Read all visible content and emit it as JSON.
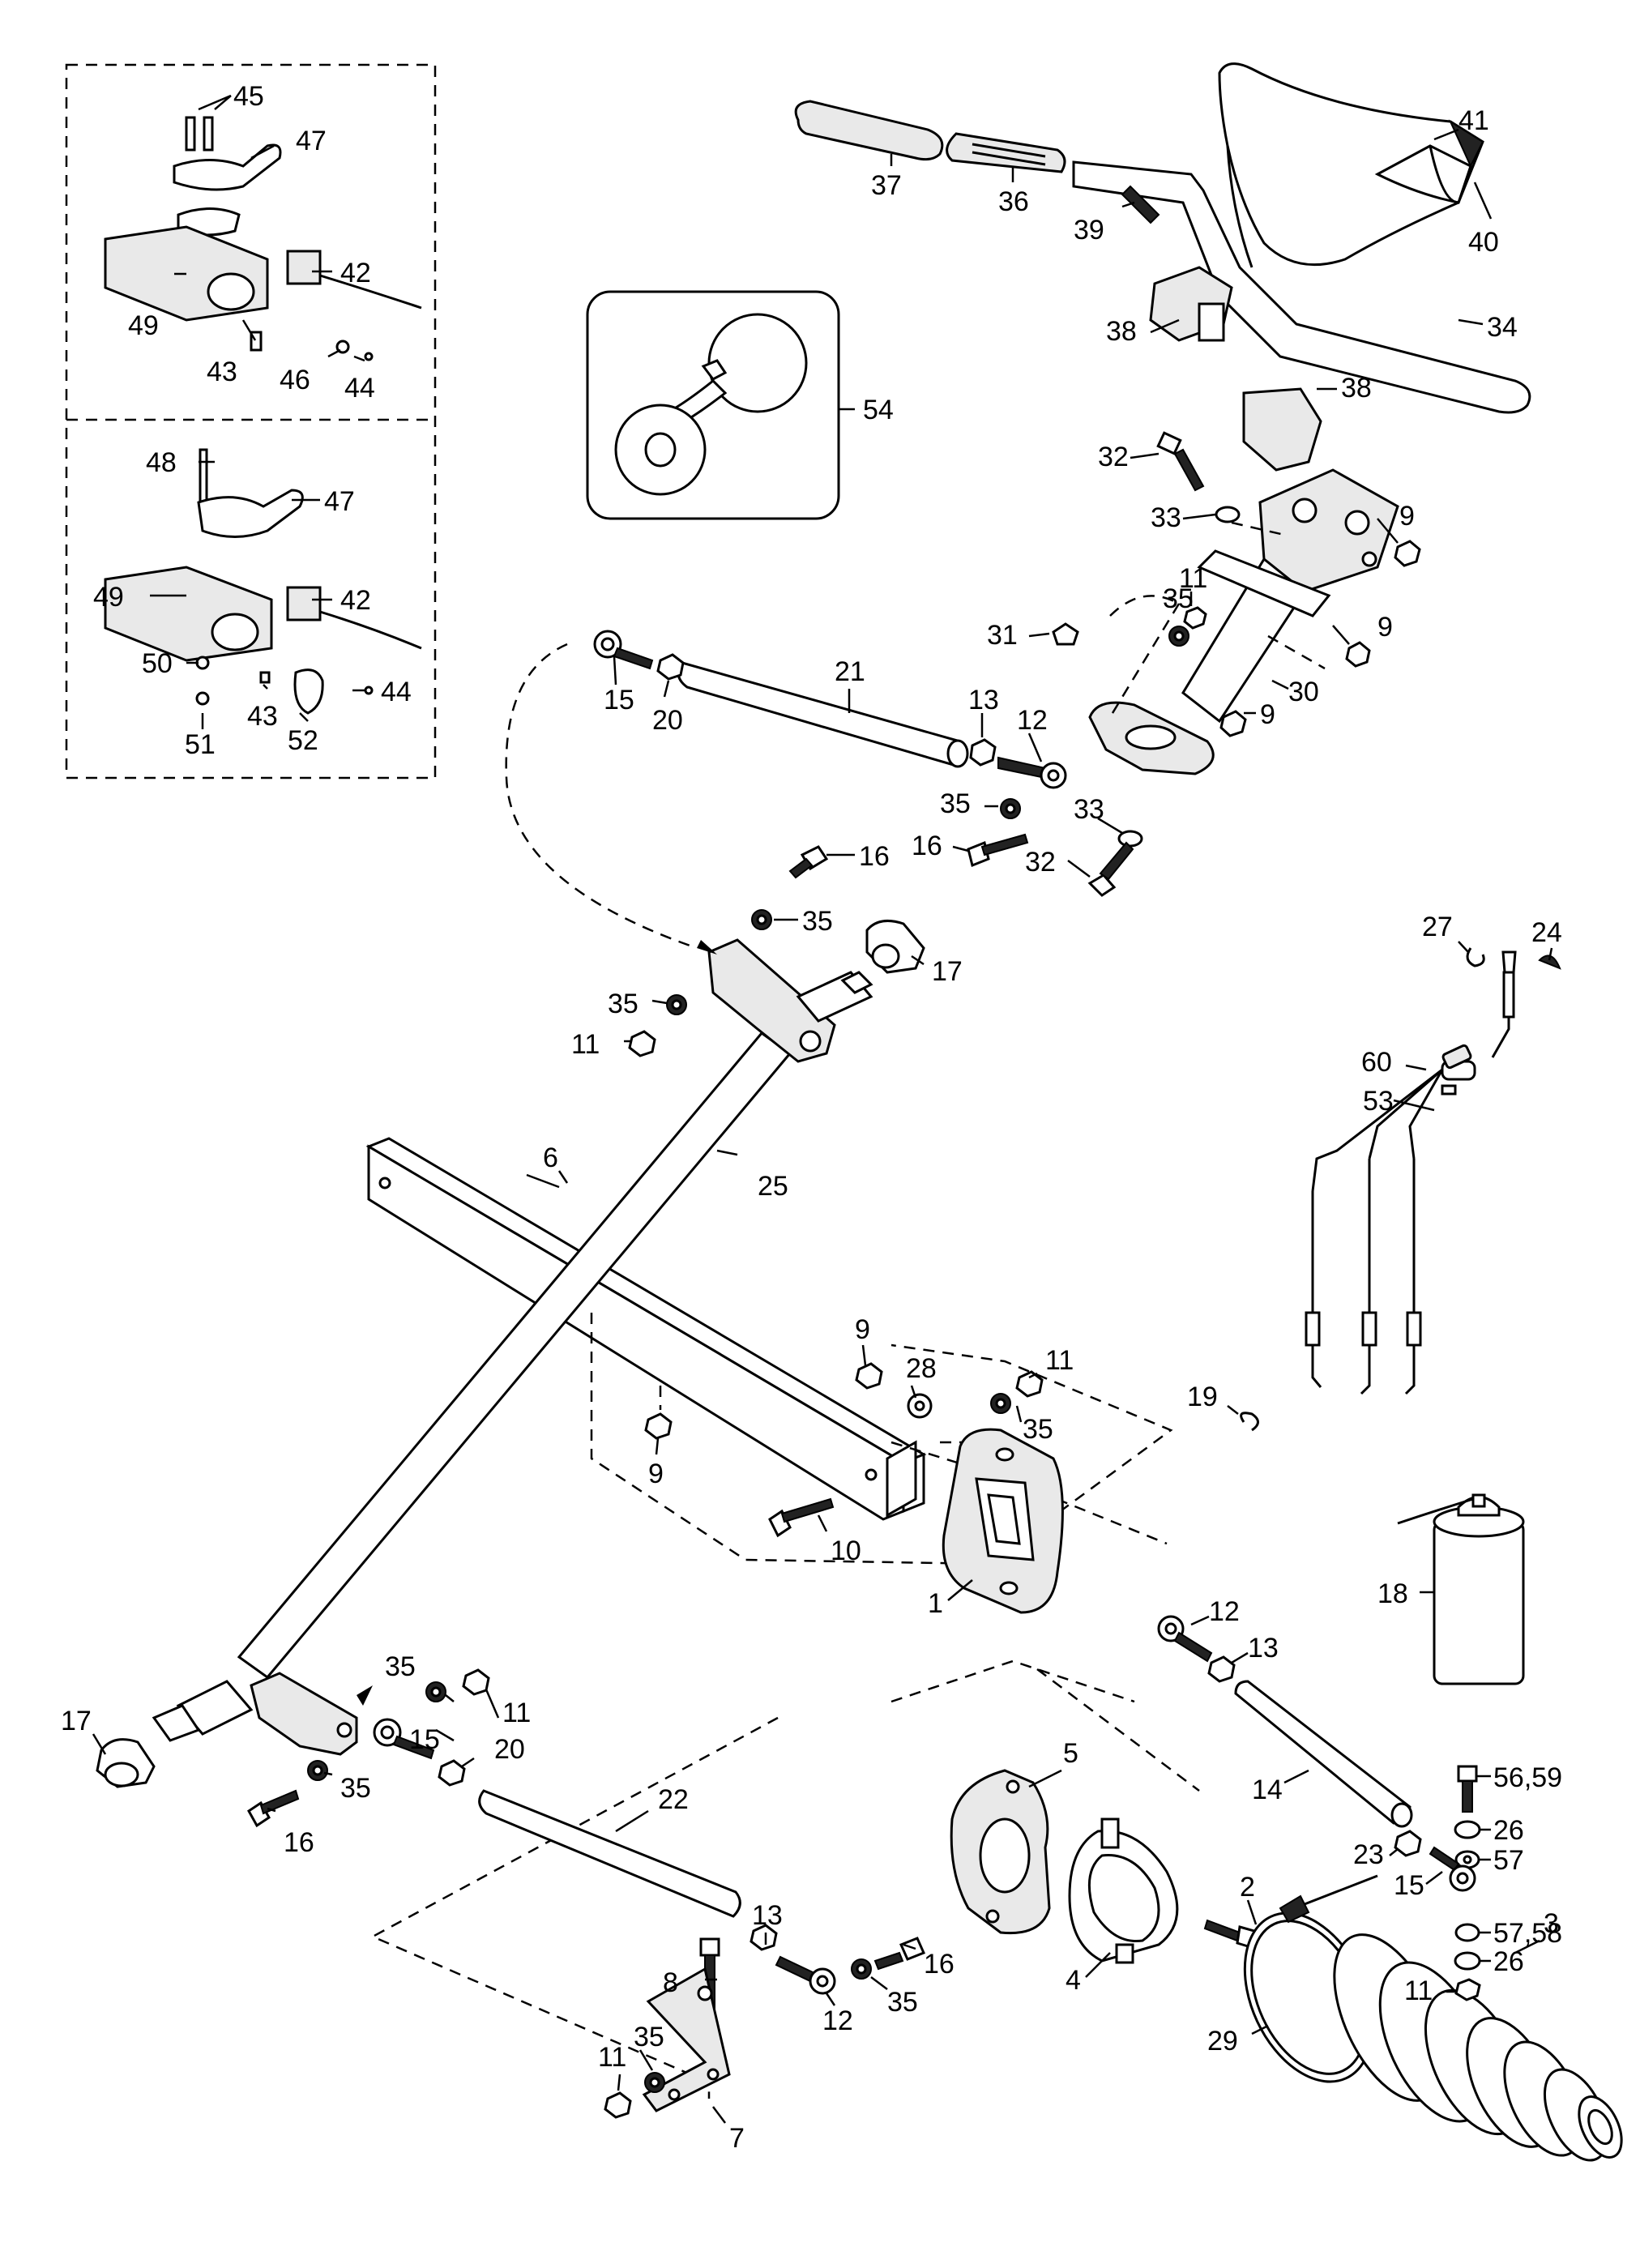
{
  "diagram": {
    "labels": {
      "l1": "1",
      "l2": "2",
      "l3": "3",
      "l4": "4",
      "l5": "5",
      "l6": "6",
      "l7": "7",
      "l8": "8",
      "l9a": "9",
      "l9b": "9",
      "l9c": "9",
      "l9d": "9",
      "l9e": "9",
      "l10": "10",
      "l11a": "11",
      "l11b": "11",
      "l11c": "11",
      "l11d": "11",
      "l11e": "11",
      "l11f": "11",
      "l12a": "12",
      "l12b": "12",
      "l12c": "12",
      "l13a": "13",
      "l13b": "13",
      "l13c": "13",
      "l14": "14",
      "l15a": "15",
      "l15b": "15",
      "l15c": "15",
      "l16a": "16",
      "l16b": "16",
      "l16c": "16",
      "l17a": "17",
      "l17b": "17",
      "l18": "18",
      "l19": "19",
      "l20a": "20",
      "l20b": "20",
      "l21": "21",
      "l22": "22",
      "l23": "23",
      "l24": "24",
      "l25": "25",
      "l26a": "26",
      "l26b": "26",
      "l27": "27",
      "l28": "28",
      "l29": "29",
      "l30": "30",
      "l31": "31",
      "l32a": "32",
      "l32b": "32",
      "l33a": "33",
      "l33b": "33",
      "l34": "34",
      "l35a": "35",
      "l35b": "35",
      "l35c": "35",
      "l35d": "35",
      "l35e": "35",
      "l35f": "35",
      "l35g": "35",
      "l35h": "35",
      "l36": "36",
      "l37": "37",
      "l38a": "38",
      "l38b": "38",
      "l39": "39",
      "l40": "40",
      "l41": "41",
      "l42a": "42",
      "l42b": "42",
      "l43a": "43",
      "l43b": "43",
      "l44a": "44",
      "l44b": "44",
      "l45": "45",
      "l46": "46",
      "l47a": "47",
      "l47b": "47",
      "l48": "48",
      "l49a": "49",
      "l49b": "49",
      "l50": "50",
      "l51": "51",
      "l52": "52",
      "l53": "53",
      "l54": "54",
      "l56": "56,59",
      "l57": "57",
      "l5758": "57,58",
      "l60": "60"
    }
  }
}
